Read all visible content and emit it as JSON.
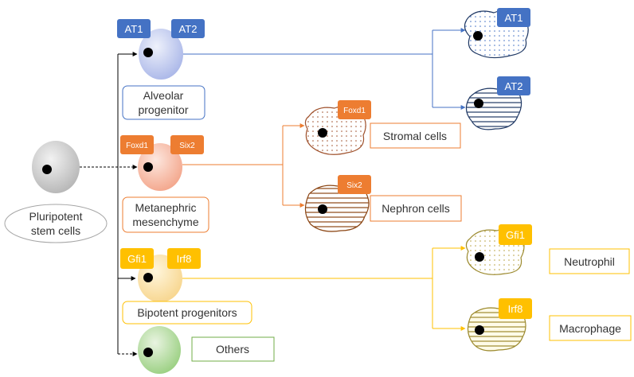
{
  "colors": {
    "blue": "#4472c4",
    "orange": "#ed7d31",
    "yellow": "#ffc000",
    "green": "#70ad47",
    "gray": "#808080",
    "line": "#000000"
  },
  "stem": {
    "label_line1": "Pluripotent",
    "label_line2": "stem cells"
  },
  "alveolar": {
    "tag_left": "AT1",
    "tag_right": "AT2",
    "label_line1": "Alveolar",
    "label_line2": "progenitor",
    "out1_tag": "AT1",
    "out2_tag": "AT2"
  },
  "metanephric": {
    "tag_left": "Foxd1",
    "tag_right": "Six2",
    "label_line1": "Metanephric",
    "label_line2": "mesenchyme",
    "out1_tag": "Foxd1",
    "out1_label": "Stromal cells",
    "out2_tag": "Six2",
    "out2_label": "Nephron cells"
  },
  "bipotent": {
    "tag_left": "Gfi1",
    "tag_right": "Irf8",
    "label": "Bipotent progenitors",
    "out1_tag": "Gfi1",
    "out1_label": "Neutrophil",
    "out2_tag": "Irf8",
    "out2_label": "Macrophage"
  },
  "others": {
    "label": "Others"
  }
}
